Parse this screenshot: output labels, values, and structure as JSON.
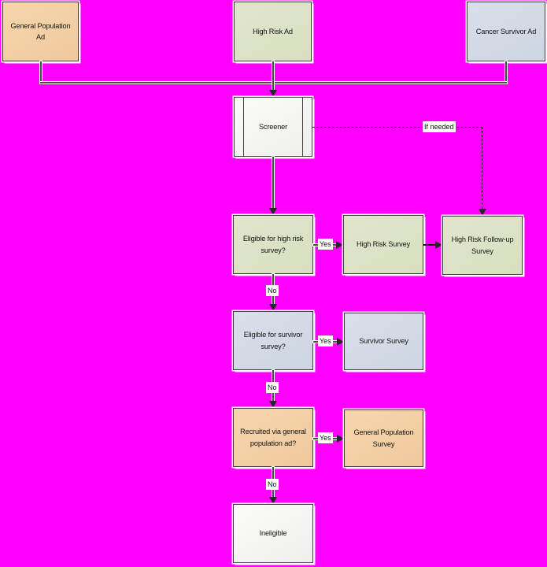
{
  "palette": {
    "background": "#ff00ff",
    "peach_fill": "#f3cfa5",
    "green_fill": "#dde3c6",
    "lavender_fill": "#d4dbe8",
    "white_fill": "#f7f7f6",
    "node_border": "#3d3d3d",
    "connector": "#4a4a4a",
    "connector_halo": "#fbfbfb",
    "edge_label_bg": "#ffffff"
  },
  "nodes": {
    "general_population_ad": {
      "label": "General Population Ad"
    },
    "high_risk_ad": {
      "label": "High Risk Ad"
    },
    "cancer_survivor_ad": {
      "label": "Cancer Survivor Ad"
    },
    "screener": {
      "label": "Screener"
    },
    "eligible_high_risk": {
      "label": "Eligible for high risk survey?"
    },
    "high_risk_survey": {
      "label": "High Risk Survey"
    },
    "high_risk_followup_survey": {
      "label": "High Risk Follow-up Survey"
    },
    "eligible_survivor": {
      "label": "Eligible for survivor survey?"
    },
    "survivor_survey": {
      "label": "Survivor Survey"
    },
    "recruited_general_population": {
      "label": "Recruited via general population ad?"
    },
    "general_population_survey": {
      "label": "General Population Survey"
    },
    "ineligible": {
      "label": "Ineligible"
    }
  },
  "edge_labels": {
    "if_needed": "If needed",
    "yes_high_risk": "Yes",
    "yes_survivor": "Yes",
    "yes_general_population": "Yes",
    "no_high_risk": "No",
    "no_survivor": "No",
    "no_general_population": "No"
  }
}
